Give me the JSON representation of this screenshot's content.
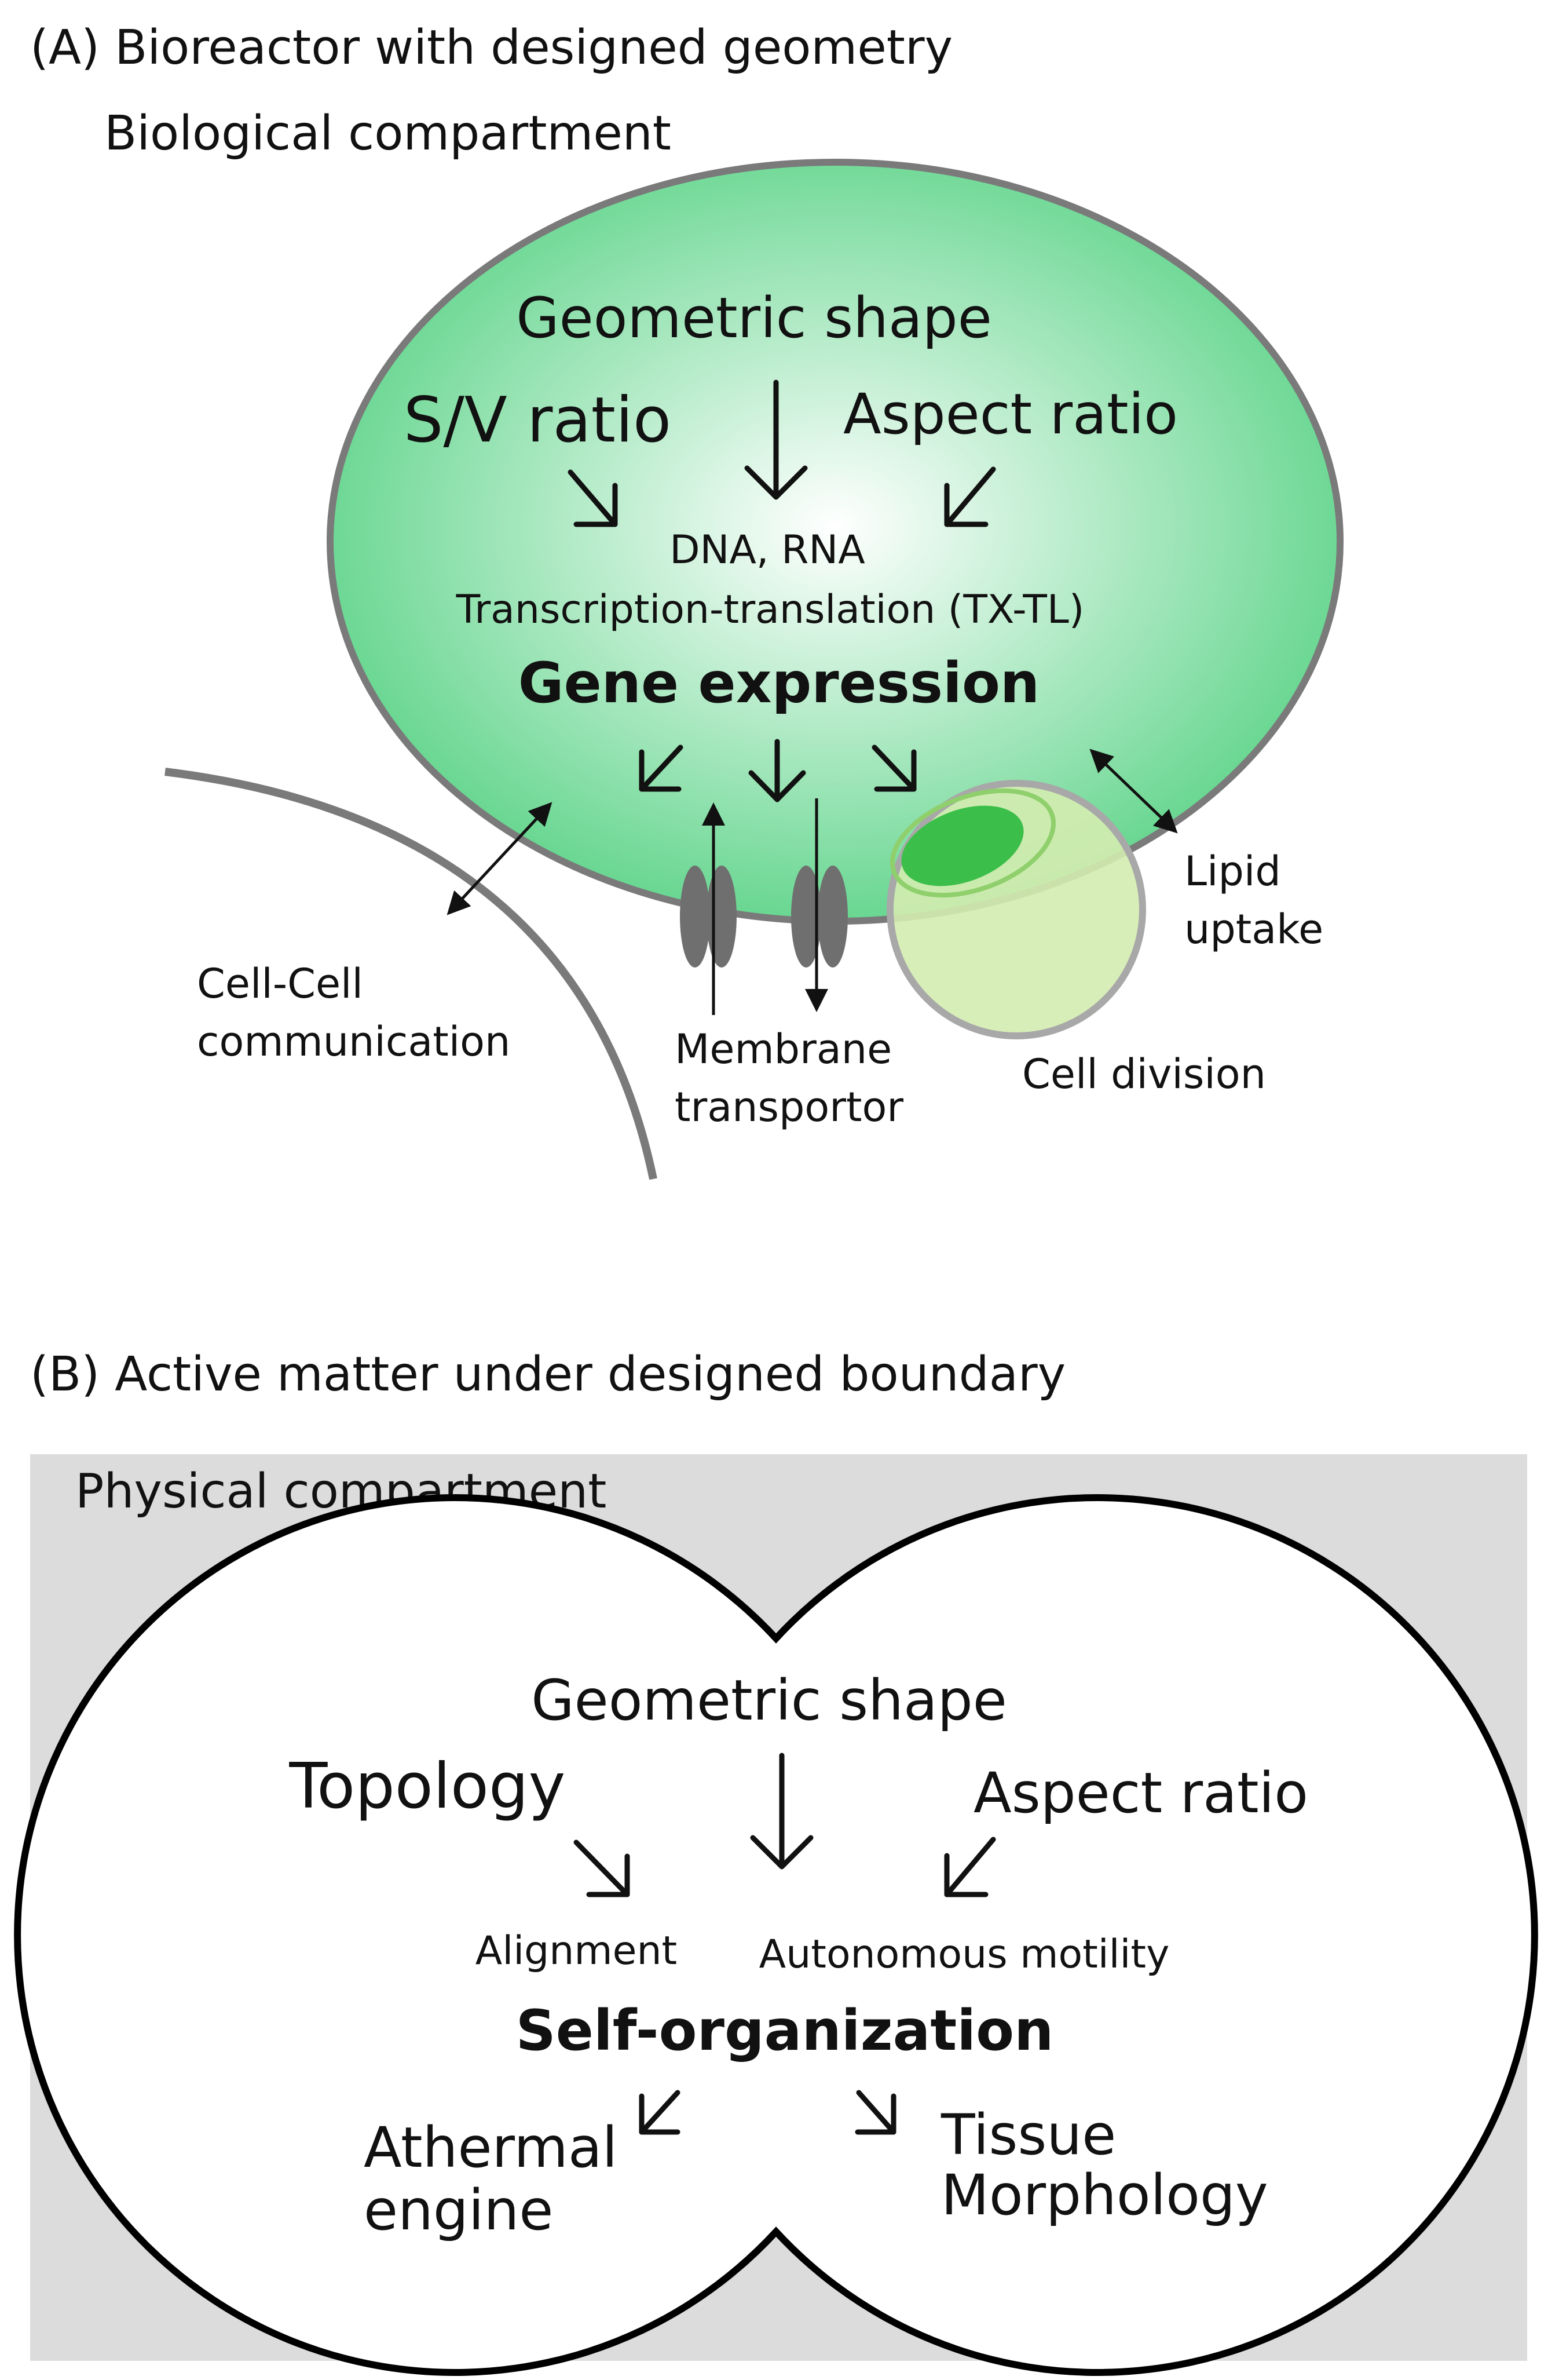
{
  "panel_a": {
    "title": "(A) Bioreactor with designed geometry",
    "compartment_label": "Biological compartment",
    "geometric_shape": "Geometric shape",
    "sv_ratio": "S/V ratio",
    "aspect_ratio": "Aspect ratio",
    "dna_rna": "DNA, RNA",
    "tx_tl": "Transcription-translation (TX-TL)",
    "gene_expression": "Gene expression",
    "cell_cell_line1": "Cell-Cell",
    "cell_cell_line2": "communication",
    "membrane_line1": "Membrane",
    "membrane_line2": "transportor",
    "cell_division": "Cell division",
    "lipid_line1": "Lipid",
    "lipid_line2": "uptake",
    "colors": {
      "cell_fill_center": "#ffffff",
      "cell_fill_edge": "#5fd48a",
      "cell_outline": "#7a7a7a",
      "daughter_fill": "#d4ecb0",
      "daughter_highlight": "#3cbf4a",
      "transporter": "#6f6f6f"
    }
  },
  "panel_b": {
    "title": "(B) Active matter under designed boundary",
    "compartment_label": "Physical compartment",
    "geometric_shape": "Geometric shape",
    "topology": "Topology",
    "aspect_ratio": "Aspect ratio",
    "alignment": "Alignment",
    "autonomous_motility": "Autonomous motility",
    "self_organization": "Self-organization",
    "athermal_line1": "Athermal",
    "athermal_line2": "engine",
    "tissue_line1": "Tissue",
    "tissue_line2": "Morphology",
    "colors": {
      "background": "#dcdcdc",
      "boundary_fill": "#ffffff",
      "boundary_stroke": "#000000"
    }
  }
}
